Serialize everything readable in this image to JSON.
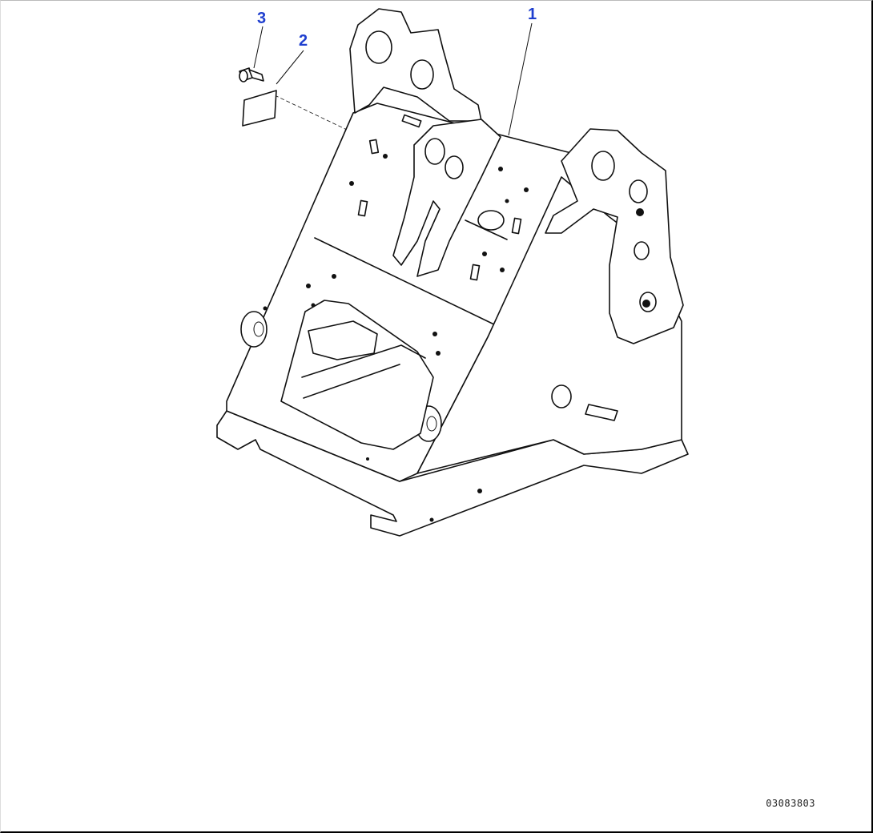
{
  "callouts": {
    "part_1": "1",
    "part_2": "2",
    "part_3": "3"
  },
  "document_number": "03083803",
  "colors": {
    "callout": "#1f3fcf",
    "line": "#111111",
    "background": "#ffffff"
  }
}
